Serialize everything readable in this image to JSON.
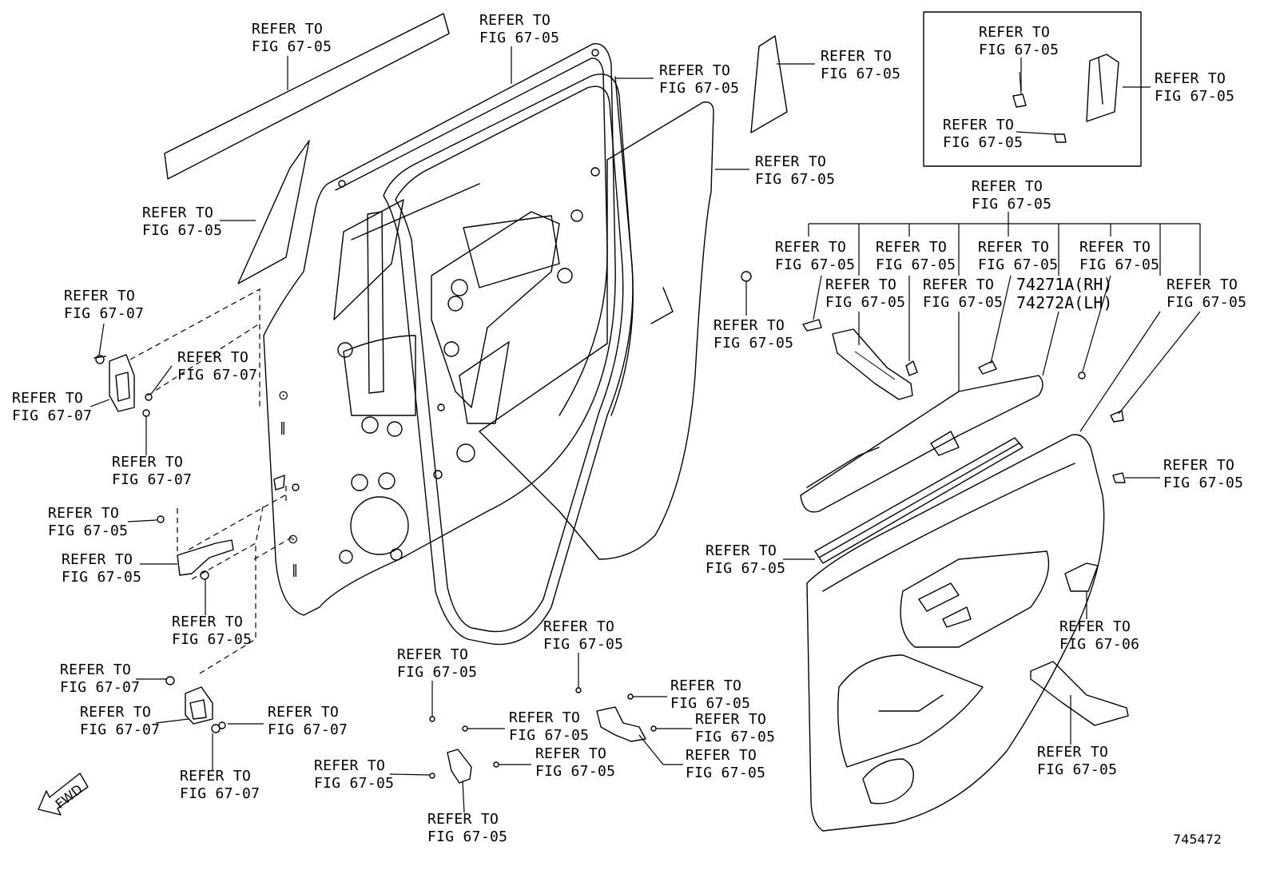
{
  "diagram": {
    "figure_number": "745472",
    "direction_label": "FWD",
    "labels": [
      {
        "id": "belt-molding",
        "line1": "REFER TO",
        "line2": "FIG 67-05"
      },
      {
        "id": "door-frame-top",
        "line1": "REFER TO",
        "line2": "FIG 67-05"
      },
      {
        "id": "glass-run",
        "line1": "REFER TO",
        "line2": "FIG 67-05"
      },
      {
        "id": "pillar-garnish",
        "line1": "REFER TO",
        "line2": "FIG 67-05"
      },
      {
        "id": "inset-screw",
        "line1": "REFER TO",
        "line2": "FIG 67-05"
      },
      {
        "id": "inset-cover",
        "line1": "REFER TO",
        "line2": "FIG 67-05"
      },
      {
        "id": "inset-clip",
        "line1": "REFER TO",
        "line2": "FIG 67-05"
      },
      {
        "id": "service-cover",
        "line1": "REFER TO",
        "line2": "FIG 67-05"
      },
      {
        "id": "trim-group",
        "line1": "REFER TO",
        "line2": "FIG 67-05"
      },
      {
        "id": "window-glass",
        "line1": "REFER TO",
        "line2": "FIG 67-05"
      },
      {
        "id": "upper-hinge-bolt",
        "line1": "REFER TO",
        "line2": "FIG 67-07"
      },
      {
        "id": "upper-hinge-nut",
        "line1": "REFER TO",
        "line2": "FIG 67-07"
      },
      {
        "id": "upper-hinge",
        "line1": "REFER TO",
        "line2": "FIG 67-07"
      },
      {
        "id": "upper-hinge-washer",
        "line1": "REFER TO",
        "line2": "FIG 67-07"
      },
      {
        "id": "check-bolt",
        "line1": "REFER TO",
        "line2": "FIG 67-05"
      },
      {
        "id": "door-check",
        "line1": "REFER TO",
        "line2": "FIG 67-05"
      },
      {
        "id": "check-nut",
        "line1": "REFER TO",
        "line2": "FIG 67-05"
      },
      {
        "id": "lower-hinge-bolt",
        "line1": "REFER TO",
        "line2": "FIG 67-07"
      },
      {
        "id": "lower-hinge",
        "line1": "REFER TO",
        "line2": "FIG 67-07"
      },
      {
        "id": "lower-hinge-nut",
        "line1": "REFER TO",
        "line2": "FIG 67-07"
      },
      {
        "id": "lower-hinge-washer",
        "line1": "REFER TO",
        "line2": "FIG 67-07"
      },
      {
        "id": "plug-center",
        "line1": "REFER TO",
        "line2": "FIG 67-05"
      },
      {
        "id": "plug-right",
        "line1": "REFER TO",
        "line2": "FIG 67-05"
      },
      {
        "id": "bracket-clip-1",
        "line1": "REFER TO",
        "line2": "FIG 67-05"
      },
      {
        "id": "bracket-clip-2",
        "line1": "REFER TO",
        "line2": "FIG 67-05"
      },
      {
        "id": "bracket-left-clip",
        "line1": "REFER TO",
        "line2": "FIG 67-05"
      },
      {
        "id": "bracket-left",
        "line1": "REFER TO",
        "line2": "FIG 67-05"
      },
      {
        "id": "bracket-right-clip",
        "line1": "REFER TO",
        "line2": "FIG 67-05"
      },
      {
        "id": "bracket-right-clip-2",
        "line1": "REFER TO",
        "line2": "FIG 67-05"
      },
      {
        "id": "bracket-right",
        "line1": "REFER TO",
        "line2": "FIG 67-05"
      },
      {
        "id": "trim-screw-1",
        "line1": "REFER TO",
        "line2": "FIG 67-05"
      },
      {
        "id": "trim-bracket",
        "line1": "REFER TO",
        "line2": "FIG 67-05"
      },
      {
        "id": "trim-screw-2",
        "line1": "REFER TO",
        "line2": "FIG 67-05"
      },
      {
        "id": "armrest-upper",
        "line1": "REFER TO",
        "line2": "FIG 67-05"
      },
      {
        "id": "trim-screw-3",
        "line1": "REFER TO",
        "line2": "FIG 67-05"
      },
      {
        "id": "trim-clip-1",
        "line1": "REFER TO",
        "line2": "FIG 67-05"
      },
      {
        "id": "trim-clip-2",
        "line1": "REFER TO",
        "line2": "FIG 67-05"
      },
      {
        "id": "trim-clip-3",
        "line1": "REFER TO",
        "line2": "FIG 67-05"
      },
      {
        "id": "inner-weatherstrip",
        "line1": "REFER TO",
        "line2": "FIG 67-05"
      },
      {
        "id": "handle-bezel",
        "line1": "REFER TO",
        "line2": "FIG 67-06"
      },
      {
        "id": "lower-garnish",
        "line1": "REFER TO",
        "line2": "FIG 67-05"
      }
    ],
    "part_numbers": [
      "74271A(RH)",
      "74272A(LH)"
    ]
  }
}
